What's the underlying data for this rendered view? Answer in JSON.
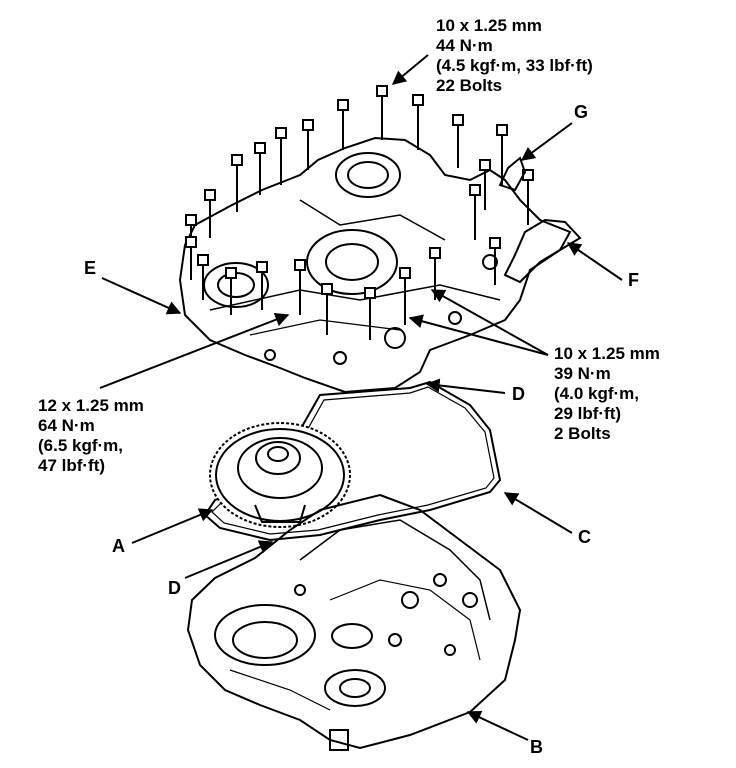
{
  "callouts": {
    "top_bolts": [
      "10 x 1.25 mm",
      "44 N·m",
      "(4.5 kgf·m, 33 lbf·ft)",
      "22 Bolts"
    ],
    "left_bolts": [
      "12 x 1.25 mm",
      "64 N·m",
      "(6.5 kgf·m,",
      "47 lbf·ft)"
    ],
    "right_bolts": [
      "10 x 1.25 mm",
      "39 N·m",
      "(4.0 kgf·m,",
      "29 lbf·ft)",
      "2 Bolts"
    ]
  },
  "labels": {
    "A": "A",
    "B": "B",
    "C": "C",
    "D_upper": "D",
    "D_lower": "D",
    "E": "E",
    "F": "F",
    "G": "G"
  },
  "colors": {
    "ink": "#000000",
    "paper": "#ffffff"
  }
}
